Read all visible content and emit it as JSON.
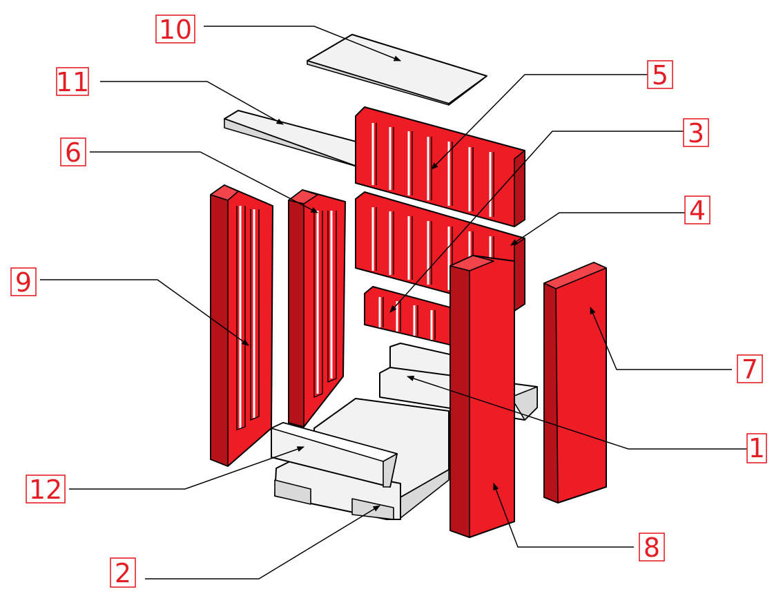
{
  "colors": {
    "brick_red": "#ee1c24",
    "label_red": "#e41e25",
    "grey_part": "#f2f2f2",
    "outline": "#000000"
  },
  "parts": [
    {
      "label": "10",
      "color": "grey"
    },
    {
      "label": "11",
      "color": "grey"
    },
    {
      "label": "5",
      "color": "red"
    },
    {
      "label": "3",
      "color": "red"
    },
    {
      "label": "6",
      "color": "red"
    },
    {
      "label": "4",
      "color": "red"
    },
    {
      "label": "9",
      "color": "red"
    },
    {
      "label": "7",
      "color": "red"
    },
    {
      "label": "1",
      "color": "grey"
    },
    {
      "label": "12",
      "color": "grey"
    },
    {
      "label": "2",
      "color": "grey"
    },
    {
      "label": "8",
      "color": "red"
    }
  ]
}
